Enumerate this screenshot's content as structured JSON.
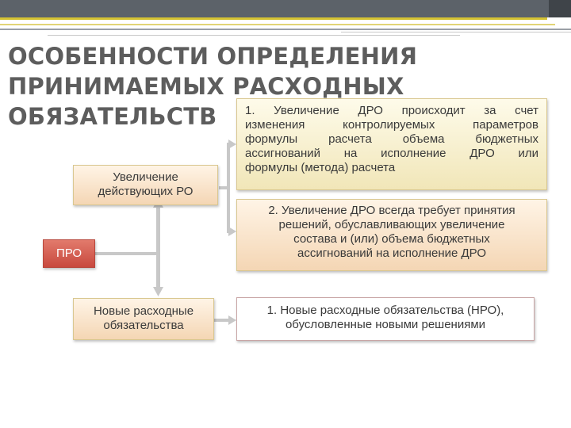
{
  "title": {
    "line1": "ОСОБЕННОСТИ ОПРЕДЕЛЕНИЯ",
    "line2": "ПРИНИМАЕМЫХ РАСХОДНЫХ ОБЯЗАТЕЛЬСТВ"
  },
  "nodes": {
    "pro": "ПРО",
    "increase_ro": {
      "line1": "Увеличение",
      "line2": "действующих РО"
    },
    "new_ro": {
      "line1": "Новые расходные",
      "line2": "обязательства"
    }
  },
  "notes": {
    "dro1": [
      "1. Увеличение ДРО происходит за счет",
      "изменения контролируемых параметров",
      "формулы расчета объема бюджетных",
      "ассигнований на исполнение ДРО или",
      "формулы (метода) расчета"
    ],
    "dro2": [
      "2. Увеличение ДРО всегда требует принятия",
      "решений, обуславливающих увеличение",
      "состава и (или) объема бюджетных",
      "ассигнований на исполнение ДРО"
    ],
    "nro": [
      "1. Новые расходные обязательства (НРО),",
      "обусловленные новыми решениями"
    ]
  }
}
